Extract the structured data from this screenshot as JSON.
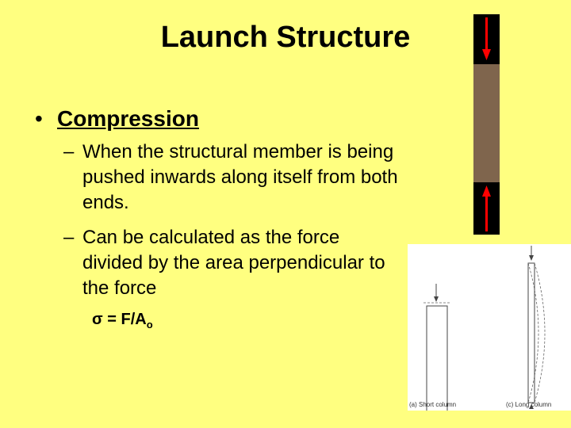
{
  "slide": {
    "title": "Launch Structure",
    "bullet": "Compression",
    "subbullets": [
      "When the structural member is being pushed inwards along itself from both ends.",
      "Can be calculated as the force divided by the area perpendicular to the force"
    ],
    "formula_main": "σ = F/A",
    "formula_sub": "o"
  },
  "figure": {
    "caption_a": "(a) Short column",
    "caption_b": "(c) Long column"
  },
  "colors": {
    "background": "#ffff80",
    "bar_dark": "#000000",
    "bar_mid": "#7f654d",
    "arrow": "#ff0000"
  }
}
